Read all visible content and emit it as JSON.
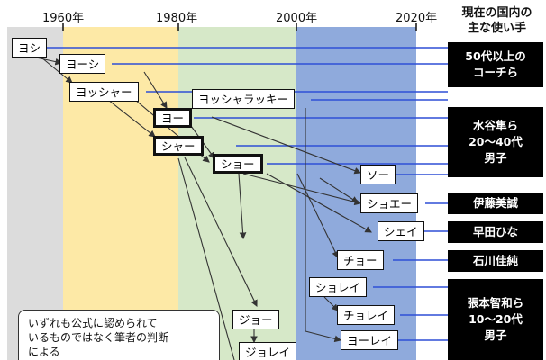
{
  "axis": {
    "y1960": "1960年",
    "y1980": "1980年",
    "y2000": "2000年",
    "y2020": "2020年"
  },
  "colors": {
    "era_pre1960": "#dcdcdc",
    "era_1960s": "#fde9a6",
    "era_1980s": "#d6e8c8",
    "era_2000s": "#8faadc",
    "line": "#2f4fd6",
    "arrow": "#333333"
  },
  "header": {
    "line1": "現在の国内の",
    "line2": "主な使い手"
  },
  "terms": {
    "yoshi": "ヨシ",
    "yooshi": "ヨーシ",
    "yosshaa": "ヨッシャー",
    "yossharakkii": "ヨッシャラッキー",
    "yoo": "ヨー",
    "shaa": "シャー",
    "shoo": "ショー",
    "soo": "ソー",
    "shoee": "ショエー",
    "shei": "シェイ",
    "choo": "チョー",
    "shorei": "ショレイ",
    "chorei": "チョレイ",
    "yoorei": "ヨーレイ",
    "joo": "ジョー",
    "jorei": "ジョレイ"
  },
  "users": {
    "coaches": "50代以上の\nコーチら",
    "mizutani": "水谷隼ら\n20～40代\n男子",
    "ito": "伊藤美誠",
    "hayata": "早田ひな",
    "ishikawa": "石川佳純",
    "harimoto": "張本智和ら\n10～20代\n男子"
  },
  "note": {
    "text": "いずれも公式に認められて\nいるものではなく筆者の判断\nによる"
  }
}
